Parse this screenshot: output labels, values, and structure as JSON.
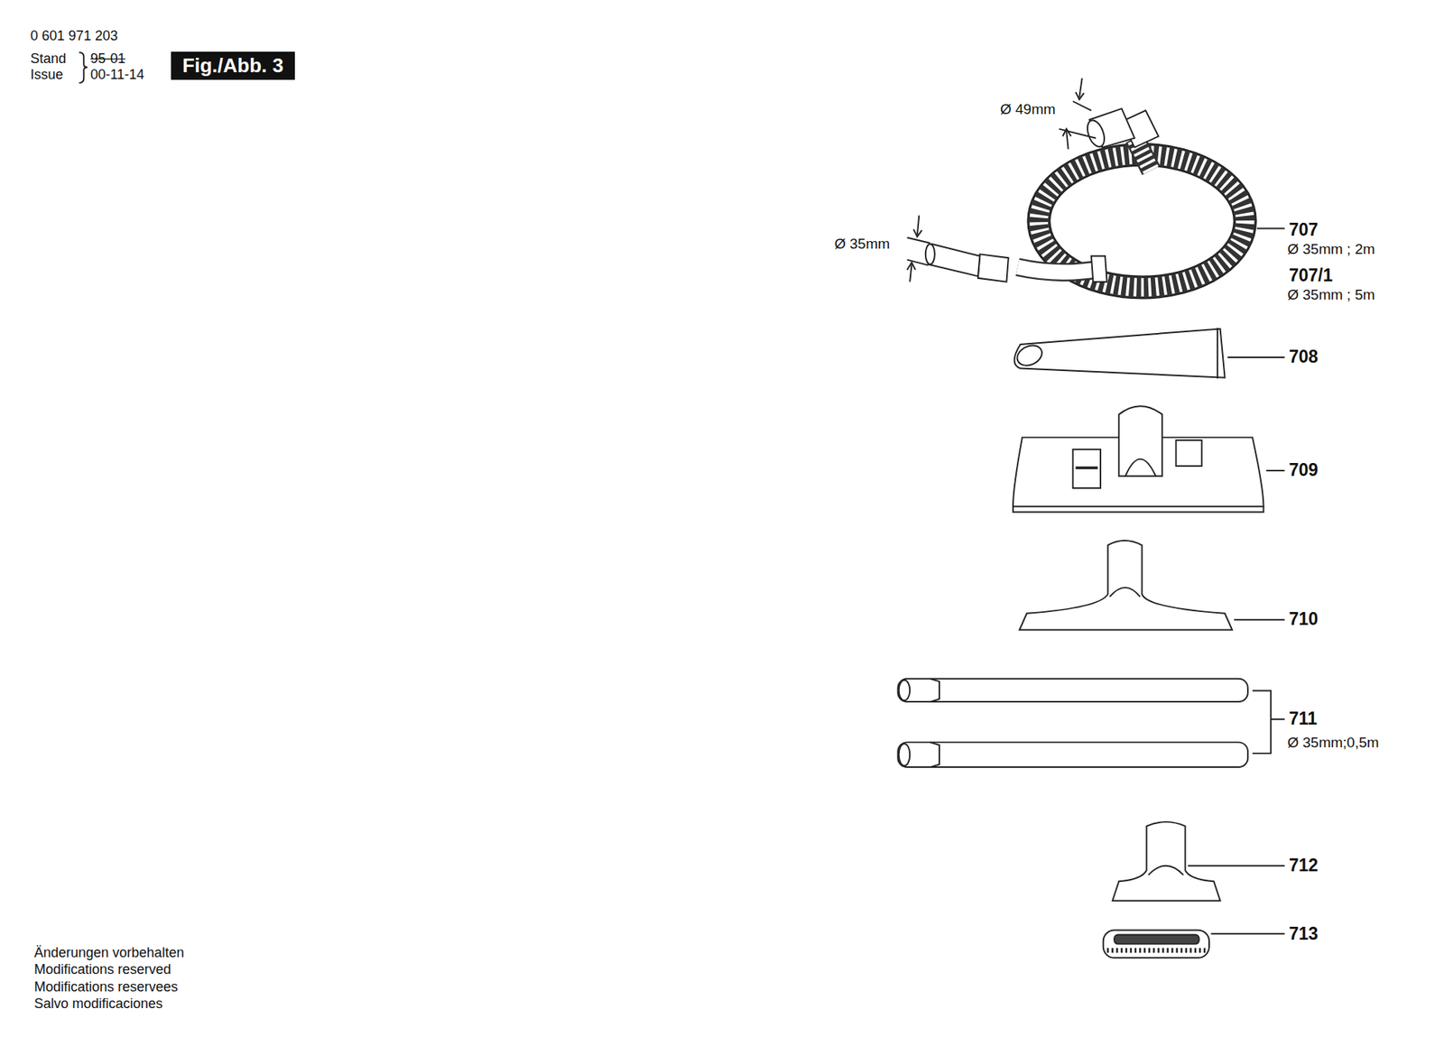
{
  "diagram": {
    "nodes": [
      {
        "text": [
          "Fig./Abb. 3"
        ]
      }
    ],
    "labels": [
      "0 601 971 203",
      "Stand",
      "95-01",
      "Issue",
      "00-11-14",
      "Ø 49mm",
      "Ø 35mm",
      "707",
      "Ø 35mm ; 2m",
      "707/1",
      "Ø 35mm ; 5m",
      "708",
      "709",
      "710",
      "711",
      "Ø 35mm;0,5m",
      "712",
      "713",
      "Änderungen vorbehalten",
      "Modifications reserved",
      "Modifications reservees",
      "Salvo modificaciones"
    ]
  }
}
